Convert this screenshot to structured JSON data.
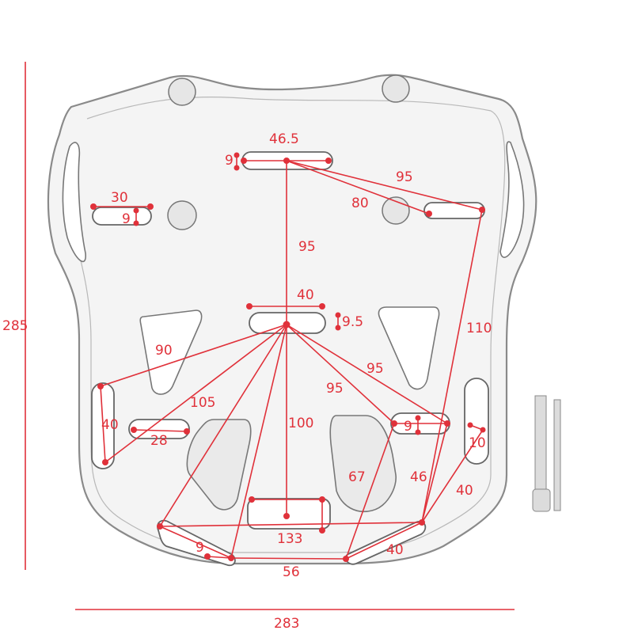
{
  "dimensions": {
    "overall_height": "285",
    "overall_width": "283",
    "top_slot_length": "46.5",
    "top_slot_height": "9",
    "top_to_right_slot": "95",
    "top_to_right_slot_angled": "80",
    "left_slot_length": "30",
    "left_slot_height": "9",
    "top_to_center_slot": "95",
    "center_slot_length": "40",
    "center_slot_height": "9.5",
    "right_side_span": "110",
    "center_to_left_vertical": "90",
    "center_to_right_slot_a": "95",
    "center_to_right_slot_b": "95",
    "left_vertical_slot_length": "40",
    "center_to_bottom_left": "105",
    "center_to_bottom_center": "100",
    "small_left_slot_length": "28",
    "right_small_slot_height": "9",
    "right_vertical_slot_width": "10",
    "inner_diagonal": "67",
    "right_diagonal": "46",
    "right_lower": "40",
    "bottom_span": "133",
    "bottom_left_slot_height": "9",
    "bottom_right_slot_length": "40",
    "bottom_width": "56"
  }
}
